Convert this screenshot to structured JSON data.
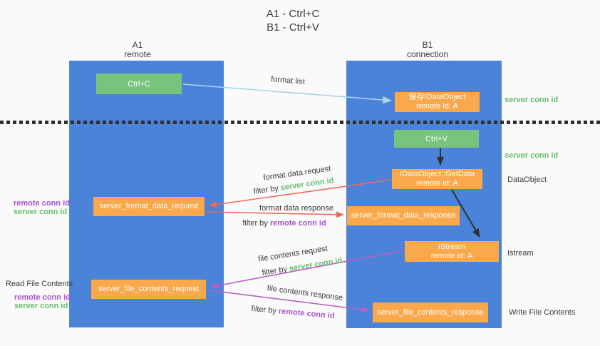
{
  "title": {
    "line1": "A1 - Ctrl+C",
    "line2": "B1 - Ctrl+V"
  },
  "lanes": {
    "a": {
      "name": "A1",
      "subtitle": "remote"
    },
    "b": {
      "name": "B1",
      "subtitle": "connection"
    }
  },
  "boxes": {
    "ctrl_c": {
      "label": "Ctrl+C"
    },
    "ctrl_v": {
      "label": "Ctrl+V"
    },
    "save_idataobject": {
      "line1": "保存IDataObject",
      "line2": "remote id: A"
    },
    "getdata": {
      "line1": "IDataObject::GetData",
      "line2": "remote id: A"
    },
    "istream": {
      "line1": "IStream",
      "line2": "remote id: A"
    },
    "server_format_data_request": {
      "label": "server_format_data_request"
    },
    "server_format_data_response": {
      "label": "server_format_data_response"
    },
    "server_file_contents_request": {
      "label": "server_file_contents_request"
    },
    "server_file_contents_response": {
      "label": "server_file_contents_response"
    }
  },
  "arrow_labels": {
    "format_list": "format list",
    "format_data_request": "format data request",
    "format_data_response": "format data response",
    "file_contents_request": "file contents request",
    "file_contents_response": "file contents response",
    "filter_by": "filter by ",
    "server_conn_id": "server conn id",
    "remote_conn_id": "remote conn id"
  },
  "side_labels": {
    "server_conn_id_top": "server conn id",
    "server_conn_id_mid": "server conn id",
    "dataobject": "DataObject",
    "istream": "Istream",
    "write_file_contents": "Write File Contents",
    "read_file_contents": "Read File Contents",
    "remote_conn_id_format": "remote conn id",
    "server_conn_id_format": "server conn id",
    "remote_conn_id_file": "remote conn id",
    "server_conn_id_file": "server conn id"
  },
  "colors": {
    "background": "#fafafa",
    "lane": "#4a83d8",
    "orange": "#f9a84b",
    "green_box": "#79c47d",
    "light_blue_arrow": "#a9d3ee",
    "red_arrow": "#ee6a5e",
    "magenta_arrow": "#bb5ec4",
    "black_arrow": "#2f2f2f",
    "green_text": "#67bd6b",
    "purple_text": "#a854c8",
    "dark_text": "#3c3c3c"
  }
}
